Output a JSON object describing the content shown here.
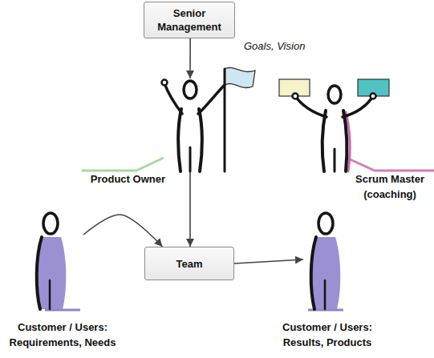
{
  "diagram": {
    "nodes": [
      {
        "text": [
          "Senior Management"
        ]
      },
      {
        "text": [
          "Product Owner"
        ]
      },
      {
        "text": [
          "Scrum Master (coaching)"
        ]
      },
      {
        "text": [
          "Customer / Users: Requirements, Needs"
        ]
      },
      {
        "text": [
          "Team"
        ]
      },
      {
        "text": [
          "Customer / Users: Results, Products"
        ]
      }
    ],
    "edges": [
      {
        "from": 0,
        "to": 1,
        "label": "Goals, Vision",
        "arrow": "to"
      },
      {
        "from": 1,
        "to": 4,
        "arrow": "to"
      },
      {
        "from": 3,
        "to": 4,
        "arrow": "to"
      },
      {
        "from": 4,
        "to": 5,
        "arrow": "to"
      }
    ]
  }
}
